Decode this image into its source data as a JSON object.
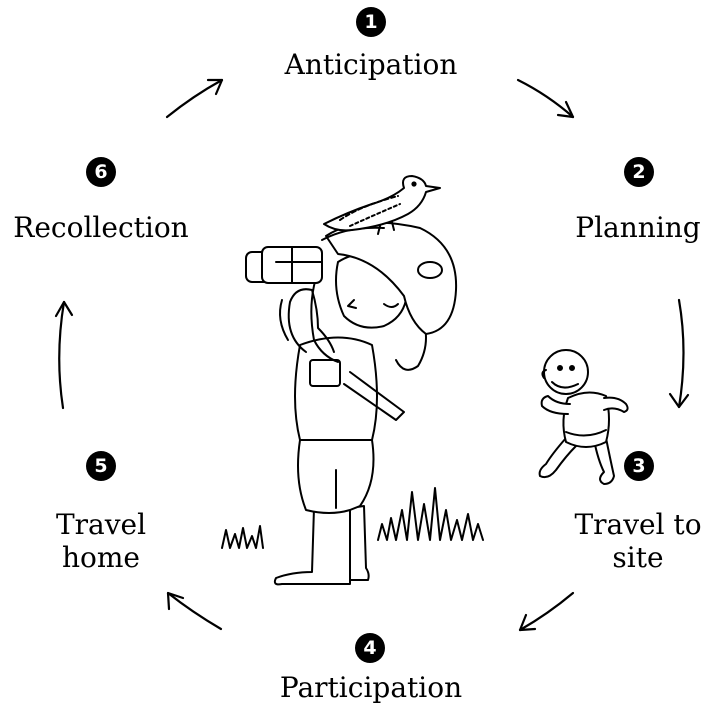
{
  "diagram": {
    "stages": [
      {
        "number": "1",
        "label": "Anticipation",
        "line1": "Anticipation",
        "line2": ""
      },
      {
        "number": "2",
        "label": "Planning",
        "line1": "Planning",
        "line2": ""
      },
      {
        "number": "3",
        "label": "Travel to site",
        "line1": "Travel to",
        "line2": "site"
      },
      {
        "number": "4",
        "label": "Participation",
        "line1": "Participation",
        "line2": ""
      },
      {
        "number": "5",
        "label": "Travel home",
        "line1": "Travel",
        "line2": "home"
      },
      {
        "number": "6",
        "label": "Recollection",
        "line1": "Recollection",
        "line2": ""
      }
    ]
  },
  "colors": {
    "ink": "#000000",
    "background": "#ffffff"
  },
  "illustrations": {
    "center": "birdwatcher-with-binoculars-and-bird-on-hat",
    "side": "walking-cartoon-figure"
  },
  "icons": [
    "arrow-icon",
    "binoculars-icon",
    "bird-icon",
    "grass-icon"
  ]
}
